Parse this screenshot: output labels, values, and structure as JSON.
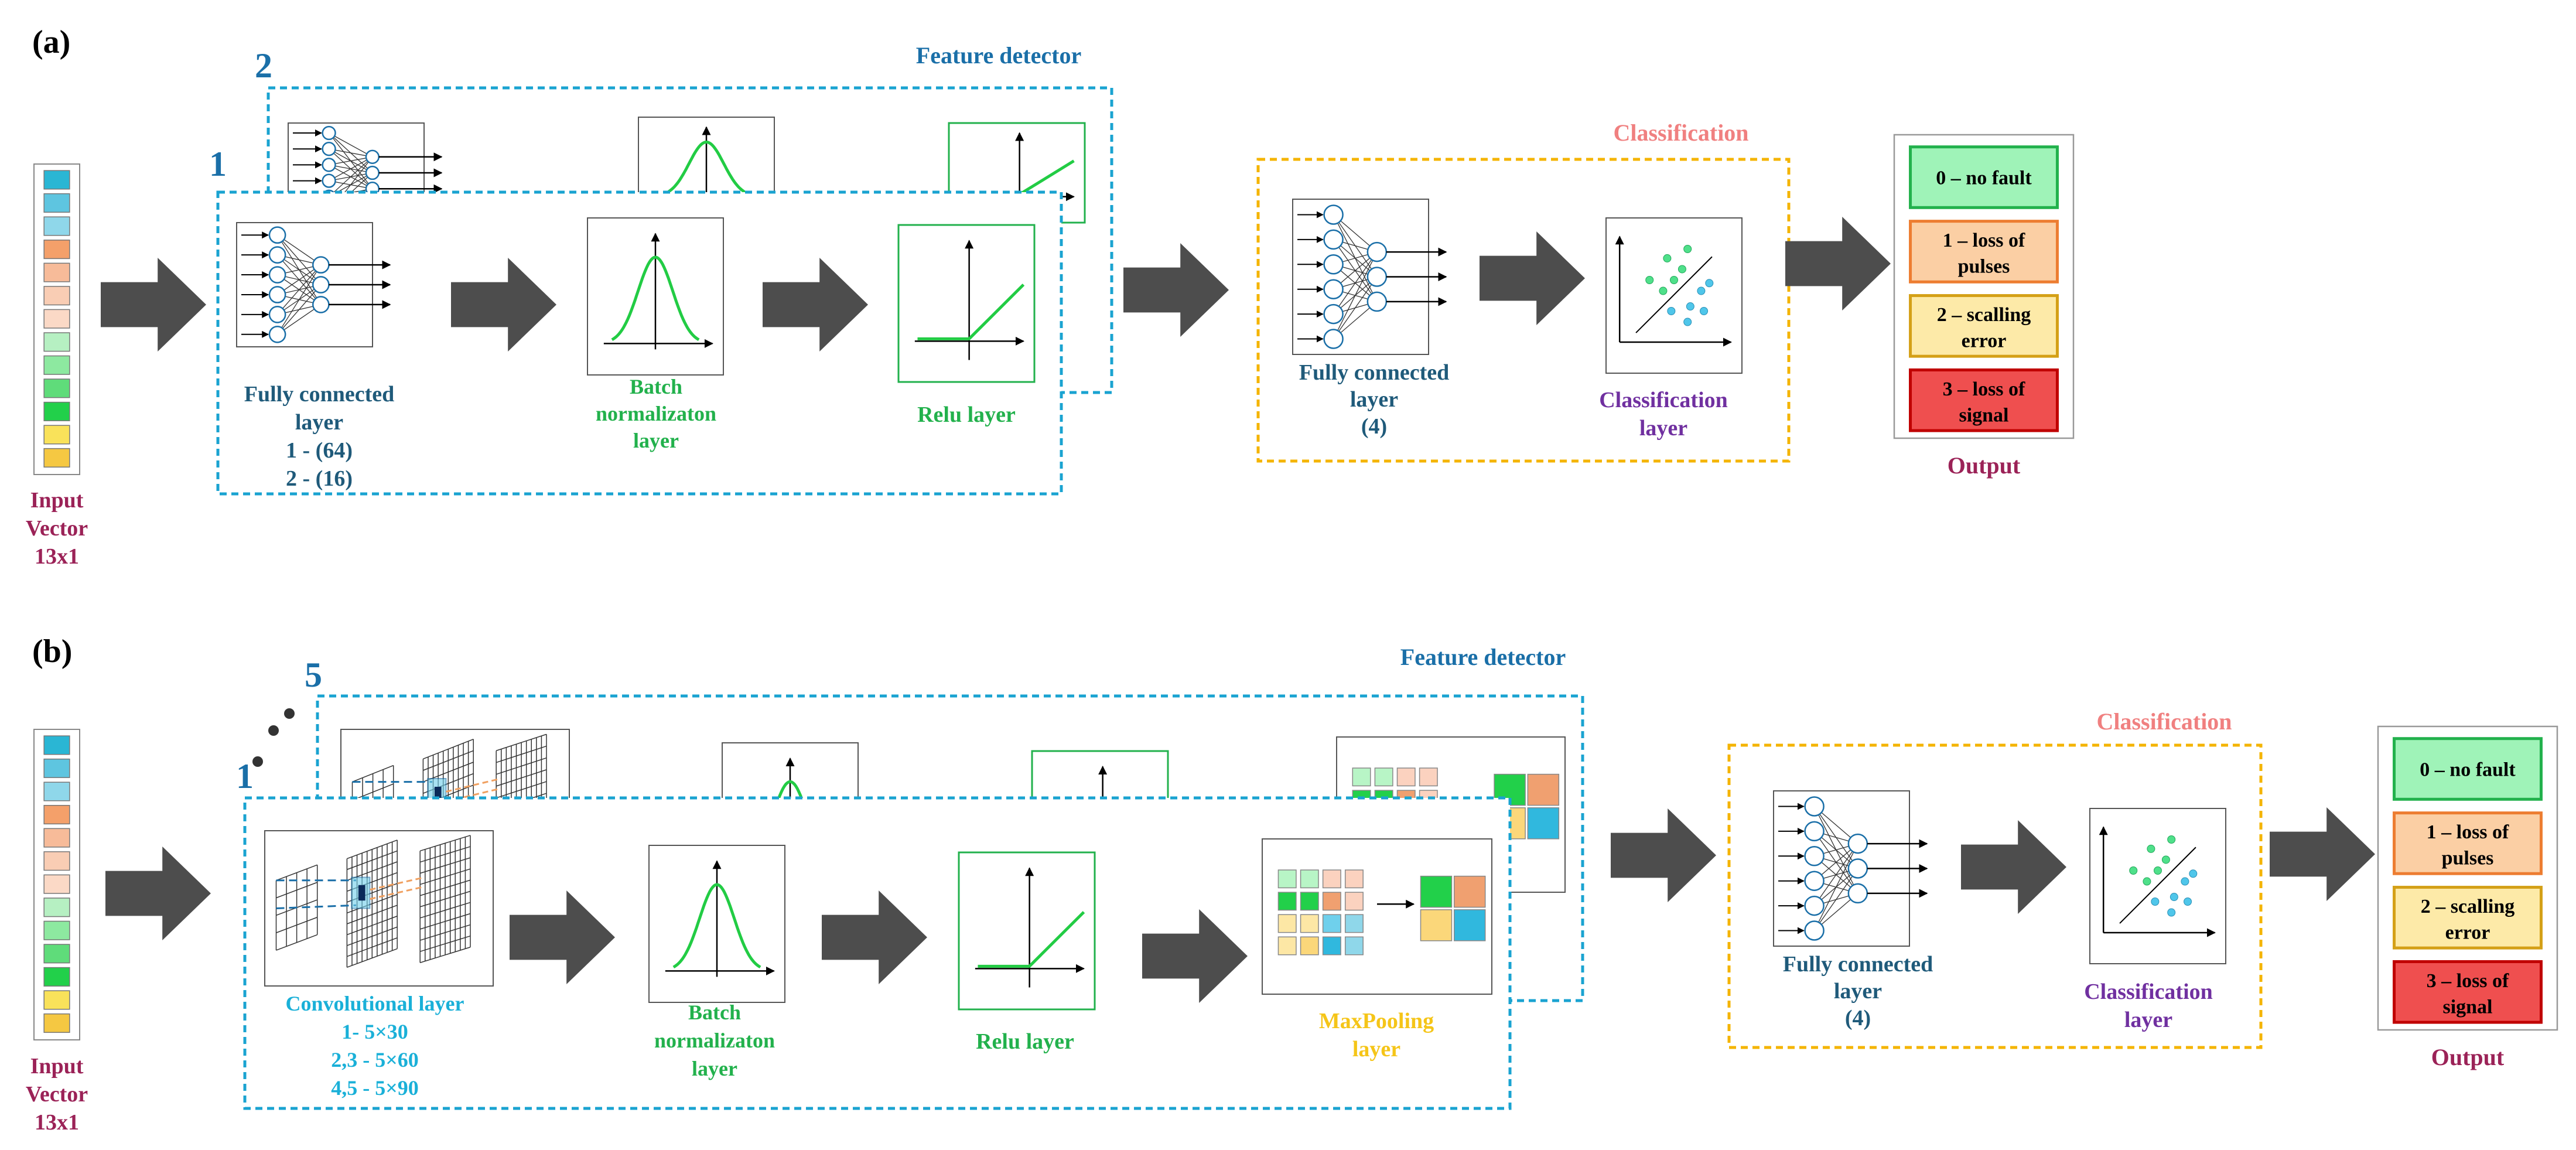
{
  "panel_a": {
    "tag": "(a)",
    "input_label": [
      "Input",
      "Vector",
      "13x1"
    ],
    "stack_front_number": "1",
    "stack_back_number": "2",
    "feature_detector_title": "Feature detector",
    "fc_label": [
      "Fully connected",
      "layer",
      "1 - (64)",
      "2 - (16)"
    ],
    "bn_label": [
      "Batch",
      "normalizaton",
      "layer"
    ],
    "relu_label": "Relu layer",
    "classification_title": "Classification",
    "fc_cls_label": [
      "Fully connected",
      "layer",
      "(4)"
    ],
    "cls_layer_label": [
      "Classification",
      "layer"
    ],
    "output_title": "Output",
    "outputs": [
      [
        "0 – no fault"
      ],
      [
        "1 – loss of",
        "pulses"
      ],
      [
        "2 – scalling",
        "error"
      ],
      [
        "3 – loss of",
        "signal"
      ]
    ]
  },
  "panel_b": {
    "tag": "(b)",
    "input_label": [
      "Input",
      "Vector",
      "13x1"
    ],
    "stack_front_number": "1",
    "stack_back_number": "5",
    "feature_detector_title": "Feature detector",
    "conv_label": [
      "Convolutional layer",
      "1- 5×30",
      "2,3 - 5×60",
      "4,5 - 5×90"
    ],
    "bn_label": [
      "Batch",
      "normalizaton",
      "layer"
    ],
    "relu_label": "Relu layer",
    "maxpool_label": [
      "MaxPooling",
      "layer"
    ],
    "classification_title": "Classification",
    "fc_cls_label": [
      "Fully connected",
      "layer",
      "(4)"
    ],
    "cls_layer_label": [
      "Classification",
      "layer"
    ],
    "output_title": "Output",
    "outputs": [
      [
        "0 – no fault"
      ],
      [
        "1 – loss of",
        "pulses"
      ],
      [
        "2 – scalling",
        "error"
      ],
      [
        "3 – loss of",
        "signal"
      ]
    ]
  },
  "colors": {
    "fc_text": "#1f5a7a",
    "stack_blue": "#1aa3d1",
    "bn_green": "#22b14c",
    "curve_green": "#22cc44",
    "cls_orange": "#f4b400",
    "cls_title": "#f08080",
    "cls_purple": "#7030a0",
    "input_label": "#9b2257",
    "conv_text": "#1ab0d8",
    "maxpool_text": "#f5c518",
    "arrow_gray": "#4d4d4d",
    "out0": "#9ff3b8",
    "out0_border": "#22b14c",
    "out1": "#fbcfa4",
    "out1_border": "#ed7d31",
    "out2": "#fdeaa8",
    "out2_border": "#d4a017",
    "out3": "#ef4f4f",
    "out3_border": "#c00000",
    "input_colors": [
      "#2ab6d4",
      "#5ec5e0",
      "#8fd7ea",
      "#f4a06a",
      "#f7bb99",
      "#f9cdb4",
      "#fbd9c6",
      "#b6f0c2",
      "#8de9a0",
      "#5fdc7a",
      "#22d04a",
      "#f9e25a",
      "#f5c842"
    ]
  }
}
